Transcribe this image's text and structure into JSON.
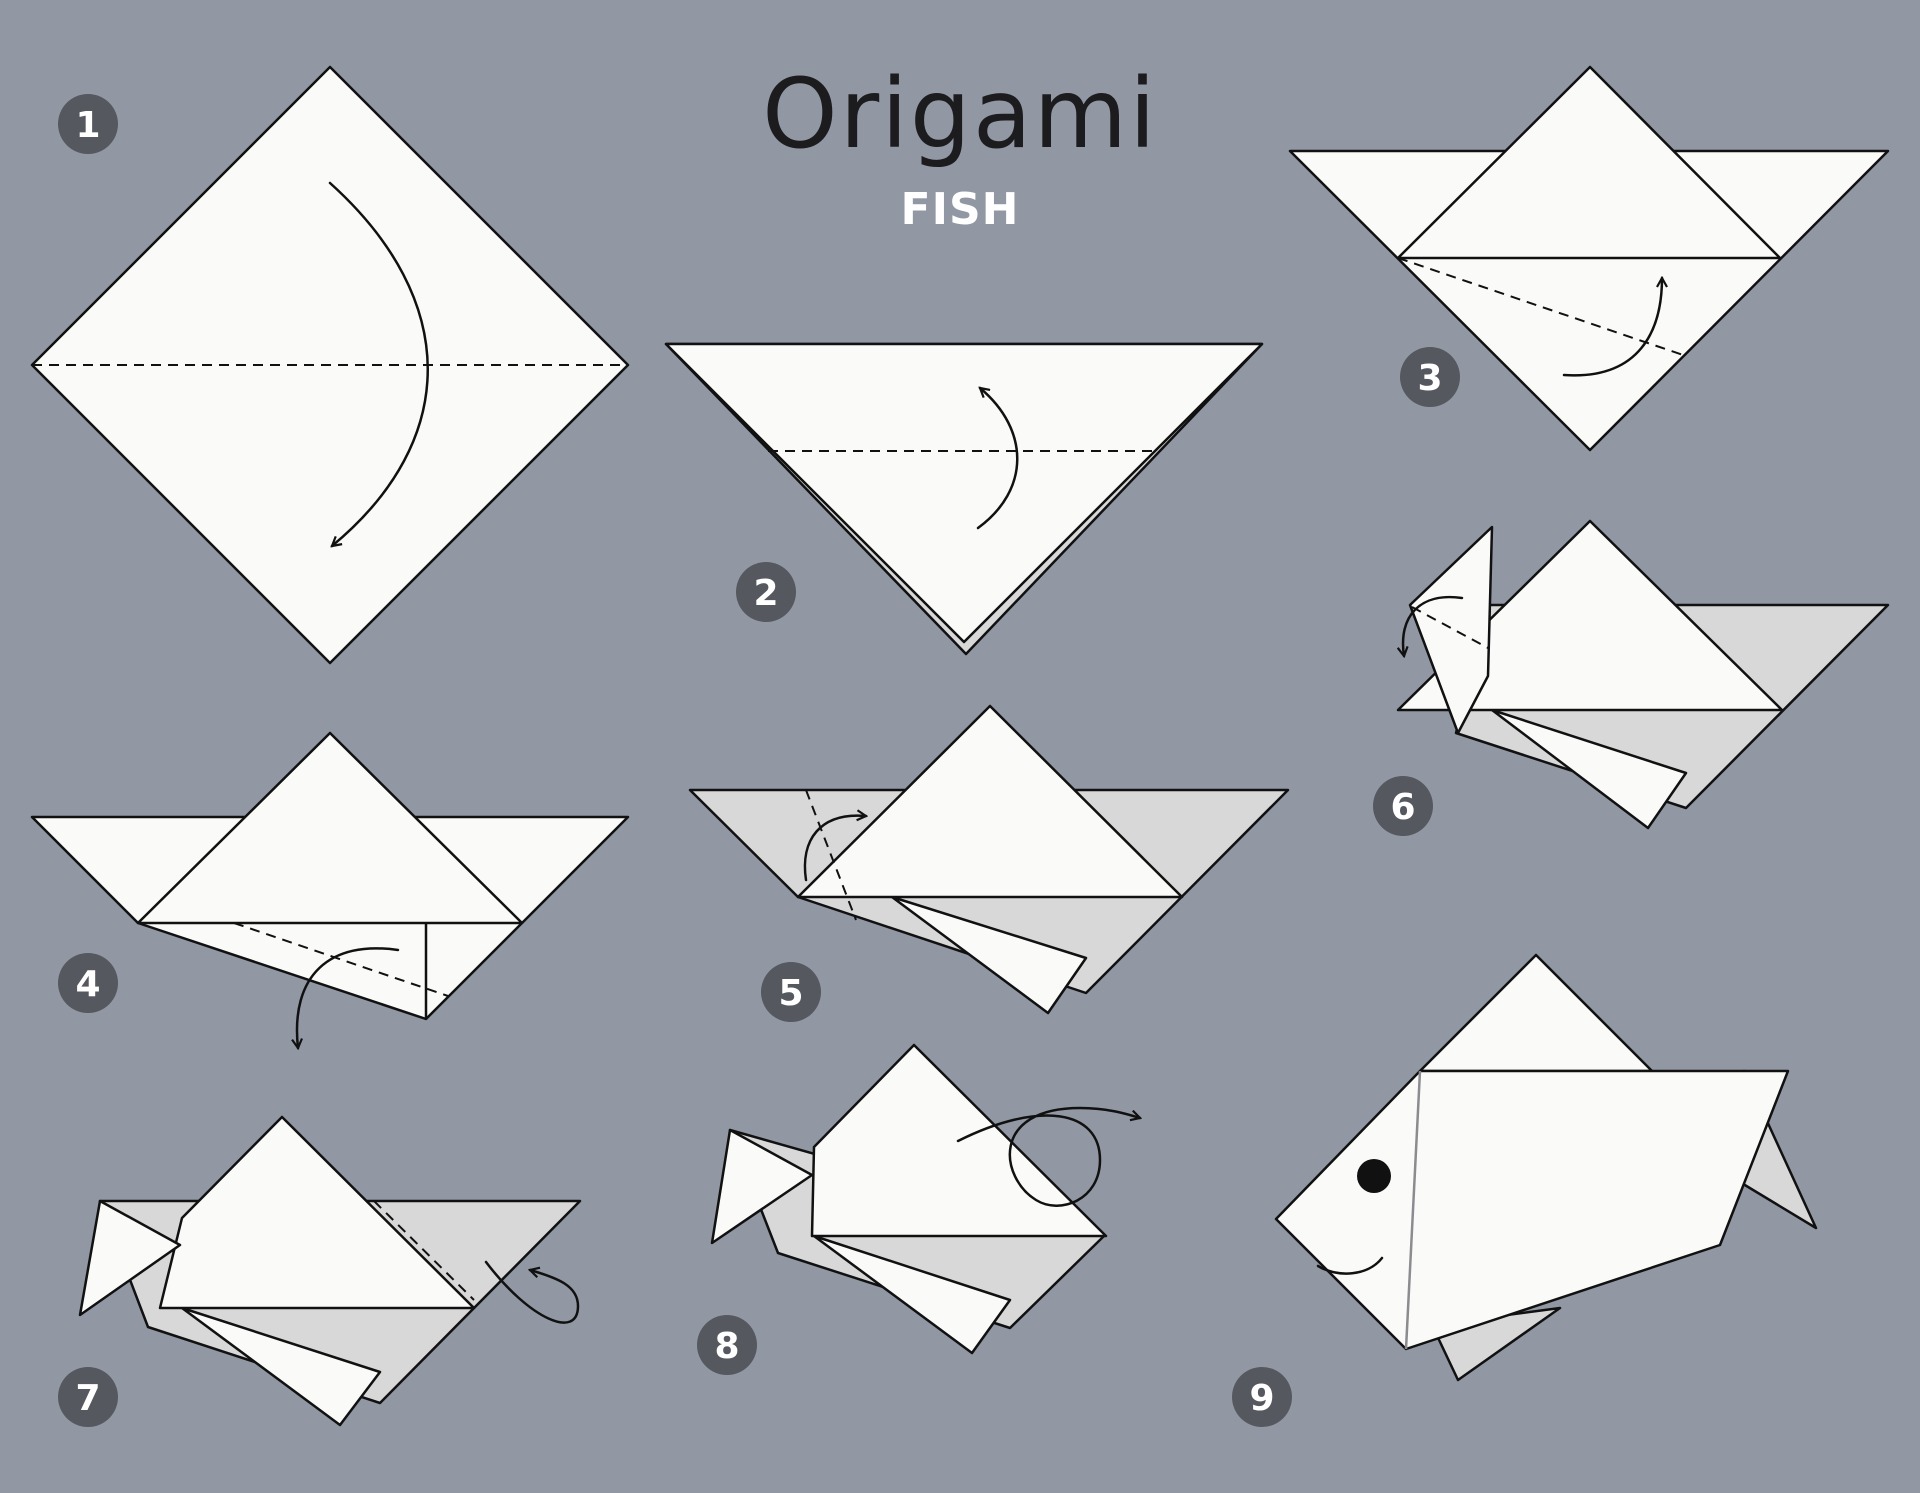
{
  "header": {
    "title": "Origami",
    "subtitle": "FISH"
  },
  "steps": [
    {
      "number": "1"
    },
    {
      "number": "2"
    },
    {
      "number": "3"
    },
    {
      "number": "4"
    },
    {
      "number": "5"
    },
    {
      "number": "6"
    },
    {
      "number": "7"
    },
    {
      "number": "8"
    },
    {
      "number": "9"
    }
  ],
  "colors": {
    "background": "#9198a4",
    "paper": "#fafaf8",
    "paper_shadow": "#d8d8d9",
    "outline": "#111111",
    "badge": "#55585e",
    "title": "#1c1c1e",
    "subtitle": "#ffffff"
  }
}
